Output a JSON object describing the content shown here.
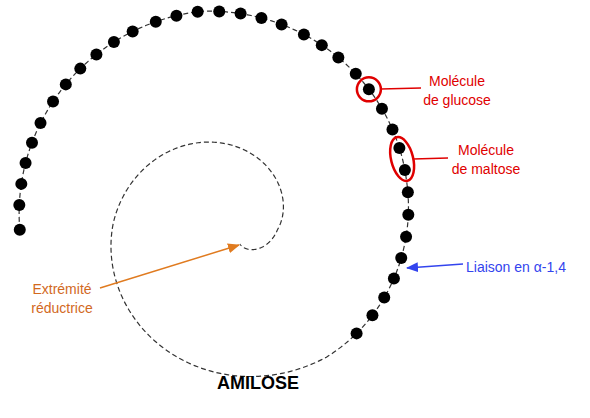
{
  "diagram": {
    "title": "AMILOSE",
    "labels": [
      "Molécule de glucose",
      "Molécule de maltose",
      "Extrémité réductrice",
      "Liaison en α-1,4"
    ]
  }
}
